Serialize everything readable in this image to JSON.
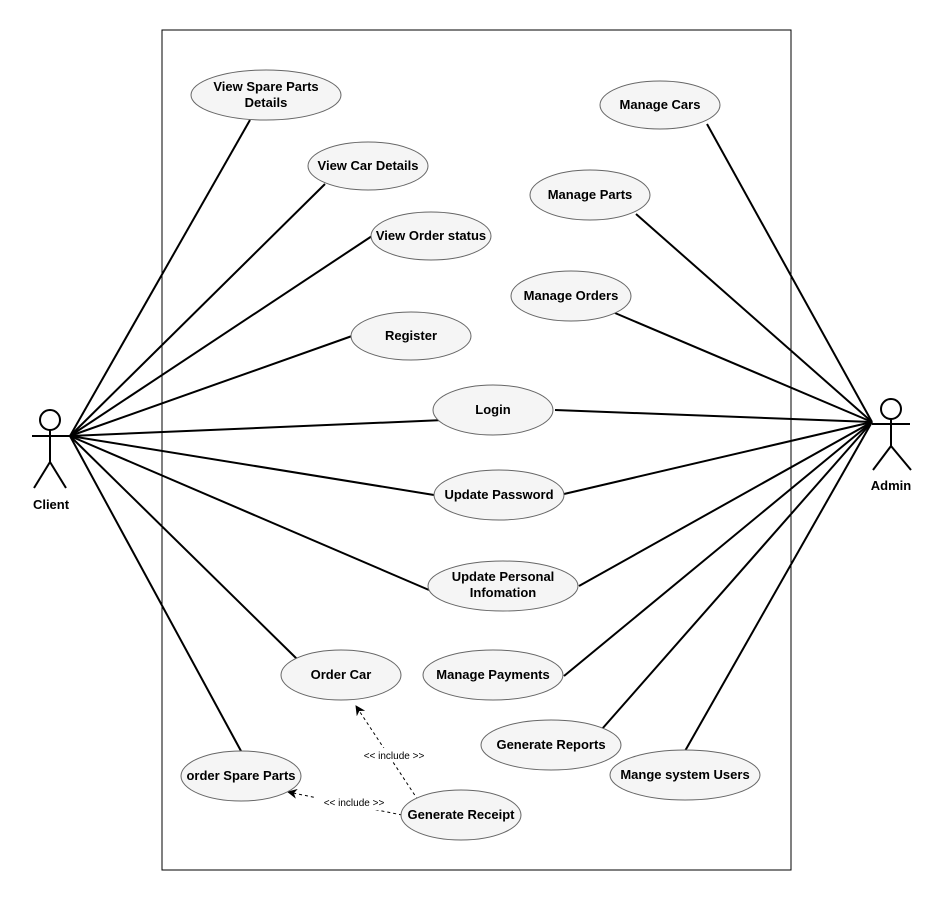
{
  "actors": {
    "client": {
      "label": "Client"
    },
    "admin": {
      "label": "Admin"
    }
  },
  "use_cases": {
    "view_spare_parts_details": {
      "line1": "View Spare Parts",
      "line2": "Details"
    },
    "view_car_details": {
      "label": "View Car Details"
    },
    "view_order_status": {
      "label": "View Order status"
    },
    "register": {
      "label": "Register"
    },
    "login": {
      "label": "Login"
    },
    "update_password": {
      "label": "Update Password"
    },
    "update_personal_information": {
      "line1": "Update Personal",
      "line2": "Infomation"
    },
    "order_car": {
      "label": "Order Car"
    },
    "order_spare_parts": {
      "label": "order Spare Parts"
    },
    "generate_receipt": {
      "label": "Generate Receipt"
    },
    "manage_cars": {
      "label": "Manage Cars"
    },
    "manage_parts": {
      "label": "Manage Parts"
    },
    "manage_orders": {
      "label": "Manage Orders"
    },
    "manage_payments": {
      "label": "Manage Payments"
    },
    "generate_reports": {
      "label": "Generate Reports"
    },
    "manage_system_users": {
      "label": "Mange system Users"
    }
  },
  "relations": {
    "include_label": "<< include >>"
  },
  "colors": {
    "use_case_fill": "#f5f5f5",
    "use_case_stroke": "#666666",
    "line": "#000000",
    "boundary": "#000000"
  }
}
